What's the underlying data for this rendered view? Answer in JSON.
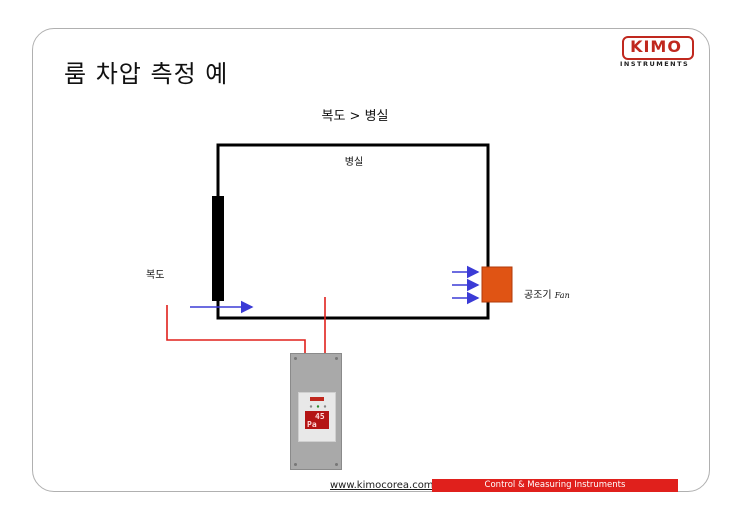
{
  "slide": {
    "title": "룸 차압 측정 예",
    "subtitle": "복도 > 병실"
  },
  "logo": {
    "brand": "KIMO",
    "tagline": "INSTRUMENTS",
    "brand_color": "#c0281e"
  },
  "diagram": {
    "room_label": "병실",
    "corridor_label": "복도",
    "ahu_label": "공조기",
    "fan_label": "Fan",
    "device_reading": "45",
    "device_unit": "Pa",
    "colors": {
      "wall": "#000000",
      "door": "#000000",
      "airflow_arrow": "#3b3bd6",
      "tube": "#e0201c",
      "ahu_box": "#e05414"
    }
  },
  "footer": {
    "url": "www.kimocorea.com",
    "tagline": "Control  &  Measuring  Instruments",
    "bar_color": "#e0201c"
  }
}
